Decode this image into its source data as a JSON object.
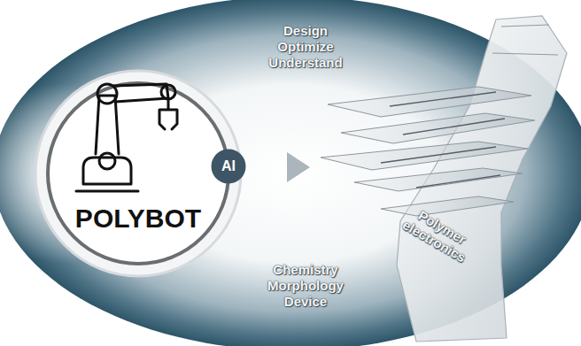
{
  "diagram": {
    "nodes": [
      {
        "text": [
          "POLYBOT"
        ]
      },
      {
        "text": [
          "AI"
        ]
      },
      {
        "text": [
          "Polymer electronics"
        ]
      }
    ],
    "edges": [
      {
        "from": 1,
        "to": 2,
        "arrow": "to"
      }
    ],
    "labels": [
      "Design Optimize Understand",
      "Chemistry Morphology Device"
    ]
  }
}
